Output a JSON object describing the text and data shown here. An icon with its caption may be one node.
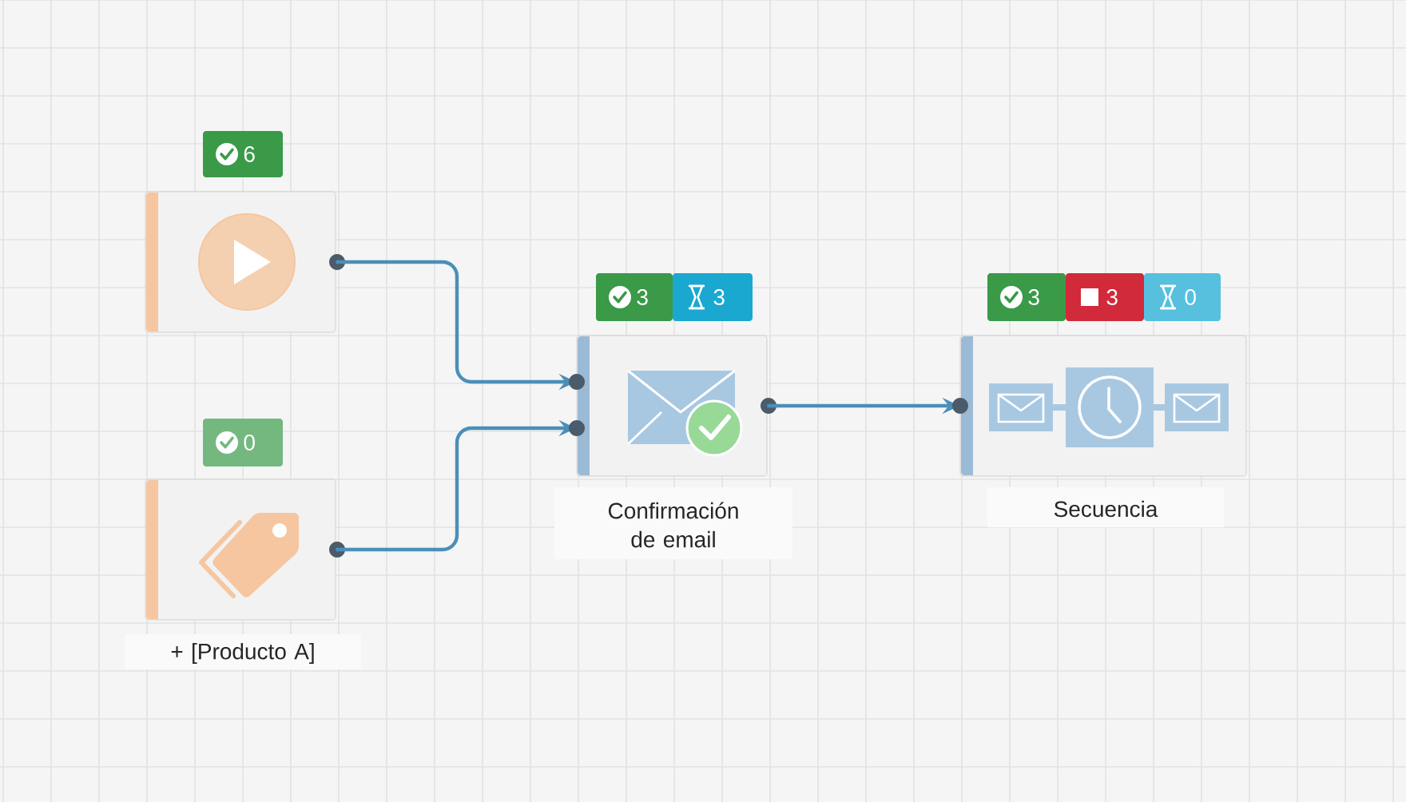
{
  "diagram": {
    "nodes": [
      {
        "text": [
          "6"
        ]
      },
      {
        "text": [
          "0",
          "+ [Producto A]"
        ]
      },
      {
        "text": [
          "3",
          "3",
          "Confirmación de email"
        ]
      },
      {
        "text": [
          "3",
          "3",
          "0",
          "Secuencia"
        ]
      }
    ],
    "edges": [
      {
        "from": 0,
        "to": 2,
        "arrow": "to"
      },
      {
        "from": 1,
        "to": 2,
        "arrow": "to"
      },
      {
        "from": 2,
        "to": 3,
        "arrow": "to"
      }
    ]
  }
}
